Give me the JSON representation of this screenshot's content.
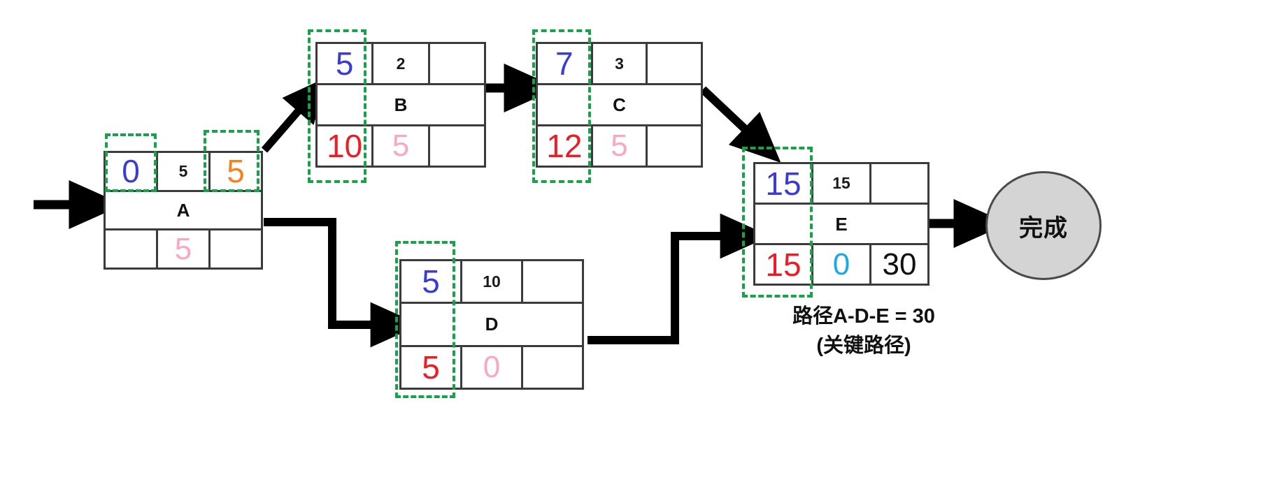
{
  "diagram": {
    "title_caption": {
      "line1": "路径A-D-E = 30",
      "line2": "(关键路径)"
    },
    "finish_node": {
      "label": "完成"
    },
    "nodes": [
      {
        "id": "A",
        "name": "A",
        "early_start": "0",
        "duration": "5",
        "early_finish": "5",
        "late_start": "",
        "float": "5",
        "late_finish": ""
      },
      {
        "id": "B",
        "name": "B",
        "early_start": "5",
        "duration": "2",
        "early_finish": "",
        "late_start": "10",
        "float": "5",
        "late_finish": ""
      },
      {
        "id": "C",
        "name": "C",
        "early_start": "7",
        "duration": "3",
        "early_finish": "",
        "late_start": "12",
        "float": "5",
        "late_finish": ""
      },
      {
        "id": "D",
        "name": "D",
        "early_start": "5",
        "duration": "10",
        "early_finish": "",
        "late_start": "5",
        "float": "0",
        "late_finish": ""
      },
      {
        "id": "E",
        "name": "E",
        "early_start": "15",
        "duration": "15",
        "early_finish": "",
        "late_start": "15",
        "float": "0",
        "late_finish": "30"
      }
    ],
    "colors": {
      "early_start": "#3b3bd6",
      "duration": "#1a1a1a",
      "early_finish": "#f58220",
      "late_start": "#ee1c24",
      "float_pink": "#f9a8c4",
      "float_cyan": "#19a8e8",
      "total": "#111111",
      "highlight_dashed": "#16a34a",
      "arrow": "#000000",
      "finish_fill": "#d4d4d4"
    }
  }
}
